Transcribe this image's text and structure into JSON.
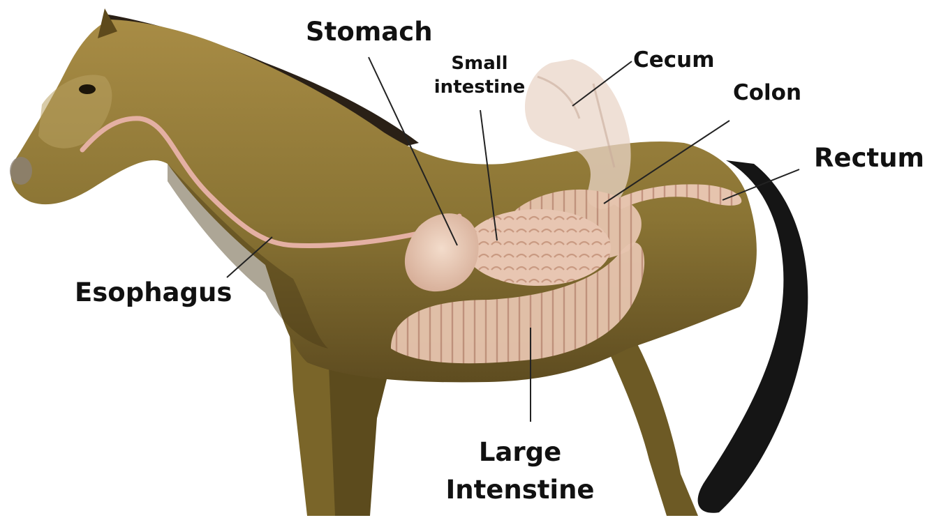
{
  "labels": {
    "stomach": "Stomach",
    "small_intestine_1": "Small",
    "small_intestine_2": "intestine",
    "cecum": "Cecum",
    "colon": "Colon",
    "rectum": "Rectum",
    "esophagus": "Esophagus",
    "large_intestine_1": "Large",
    "large_intestine_2": "Intenstine"
  },
  "colors": {
    "horse_body": "#8a7434",
    "horse_dark": "#4a3a16",
    "horse_light": "#b49a55",
    "mane": "#2a2016",
    "tail": "#151515",
    "organ": "#e9c9b5",
    "organ_shadow": "#c79d86",
    "esophagus": "#e4b0a3",
    "leader_line": "#222222"
  }
}
